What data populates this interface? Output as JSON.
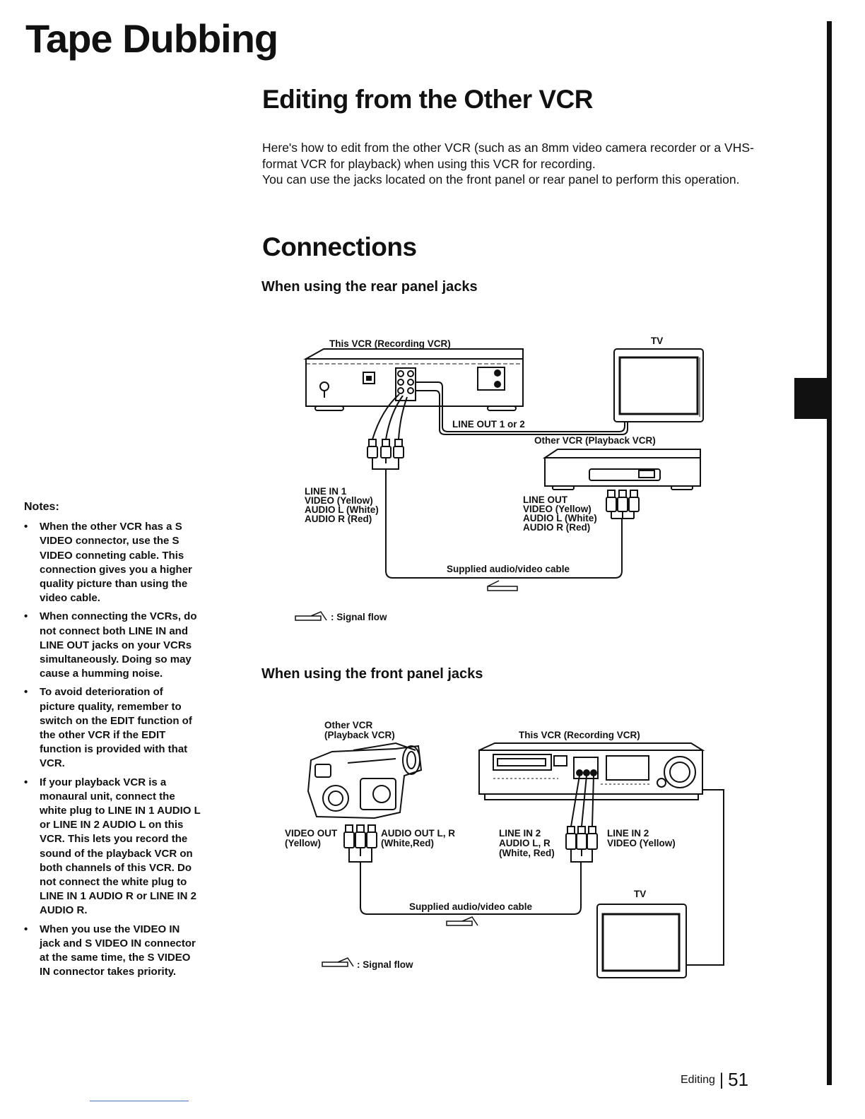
{
  "page": {
    "title": "Tape Dubbing",
    "section_title": "Editing from the Other VCR",
    "intro": [
      "Here's how to edit from the other VCR (such as an 8mm video camera recorder or a VHS-format VCR for playback) when using this VCR for recording.",
      "You can use the jacks located on the front panel or rear panel to perform this operation."
    ],
    "connections_title": "Connections",
    "rear_heading": "When using the rear panel jacks",
    "front_heading": "When using the front panel jacks"
  },
  "rear_diagram": {
    "this_vcr": "This VCR (Recording VCR)",
    "tv": "TV",
    "line_out": "LINE OUT 1 or 2",
    "other_vcr": "Other VCR (Playback VCR)",
    "line_in_lines": [
      "LINE IN 1",
      "VIDEO (Yellow)",
      "AUDIO L (White)",
      "AUDIO R (Red)"
    ],
    "line_out_lines": [
      "LINE OUT",
      "VIDEO (Yellow)",
      "AUDIO L (White)",
      "AUDIO R (Red)"
    ],
    "cable": "Supplied audio/video cable",
    "signal_flow": ": Signal flow"
  },
  "front_diagram": {
    "other_vcr_lines": [
      "Other VCR",
      "(Playback VCR)"
    ],
    "this_vcr": "This VCR (Recording VCR)",
    "video_out_lines": [
      "VIDEO OUT",
      "(Yellow)"
    ],
    "audio_out_lines": [
      "AUDIO OUT L, R",
      "(White,Red)"
    ],
    "line_in2_audio_lines": [
      "LINE IN 2",
      "AUDIO L, R",
      "(White, Red)"
    ],
    "line_in2_video_lines": [
      "LINE IN 2",
      "VIDEO (Yellow)"
    ],
    "cable": "Supplied audio/video cable",
    "tv": "TV",
    "signal_flow": ": Signal flow"
  },
  "notes": {
    "title": "Notes:",
    "bullet": "•",
    "items": [
      "When the other VCR has a S VIDEO connector, use the S VIDEO conneting cable. This connection gives you a higher quality picture than using the video cable.",
      "When connecting the VCRs, do not connect both LINE IN and LINE OUT jacks on your VCRs simultaneously. Doing so may cause a humming noise.",
      "To avoid deterioration of picture quality, remember to switch on the EDIT function of the other VCR if the EDIT function is provided with that VCR.",
      "If your playback VCR is a monaural unit, connect the white plug to LINE IN 1 AUDIO L or LINE IN 2 AUDIO L on this VCR. This lets you record the sound of the playback VCR on both channels of this VCR. Do not connect the white plug to LINE IN 1 AUDIO R or LINE IN 2 AUDIO R.",
      "When you use the VIDEO IN jack and S VIDEO IN connector at the same time, the S VIDEO IN connector takes priority."
    ]
  },
  "footer": {
    "section": "Editing",
    "separator": "|",
    "page_number": "51"
  }
}
